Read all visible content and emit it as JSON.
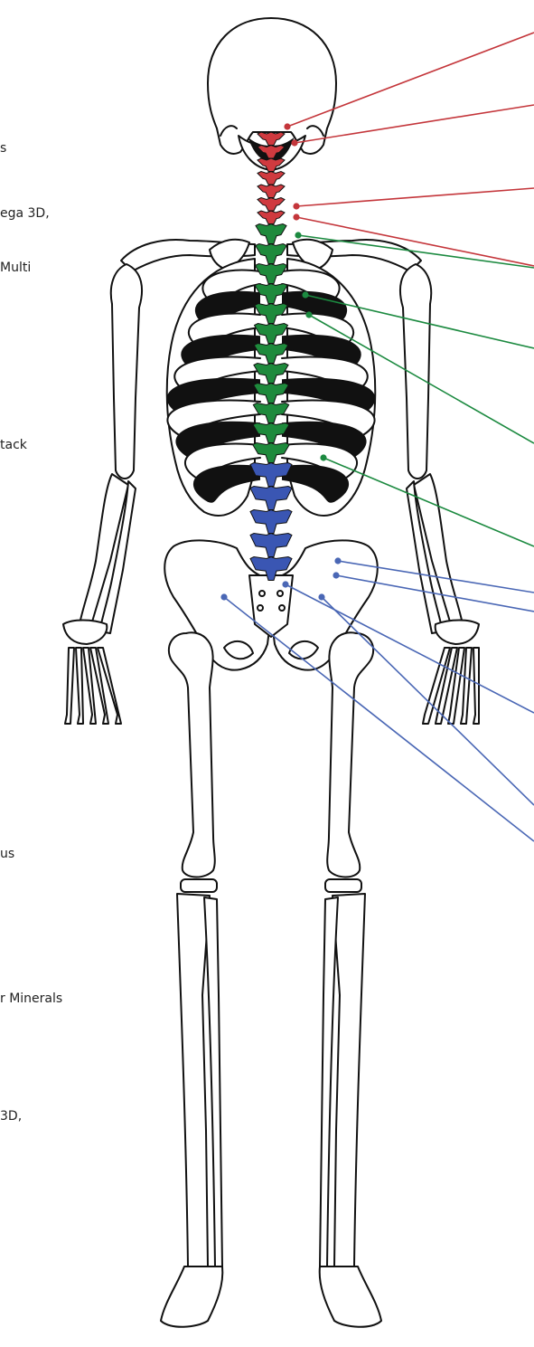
{
  "text_fragments": [
    {
      "id": "frag-1",
      "text": "s"
    },
    {
      "id": "frag-2",
      "text": "ega 3D,"
    },
    {
      "id": "frag-3",
      "text": "Multi"
    },
    {
      "id": "frag-4",
      "text": "tack"
    },
    {
      "id": "frag-5",
      "text": "us"
    },
    {
      "id": "frag-6",
      "text": "r Minerals"
    },
    {
      "id": "frag-7",
      "text": "3D,"
    }
  ],
  "spine_regions": [
    {
      "name": "cervical",
      "color": "#d03a3f",
      "vertebrae": 7
    },
    {
      "name": "thoracic",
      "color": "#1e8a3c",
      "vertebrae": 12
    },
    {
      "name": "lumbar",
      "color": "#3a56b3",
      "vertebrae": 5
    }
  ],
  "pointer_colors": {
    "cervical": "#c4363b",
    "thoracic": "#1c8a40",
    "lumbar": "#4a67b5"
  }
}
